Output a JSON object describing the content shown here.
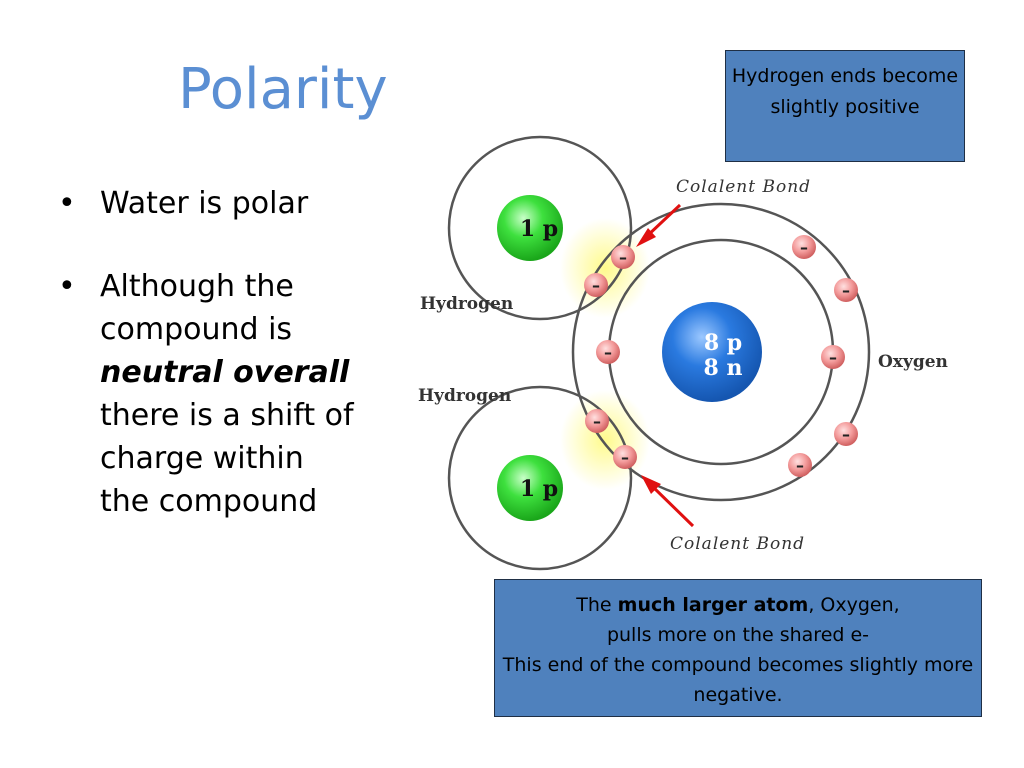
{
  "slide": {
    "title": "Polarity",
    "bullets": [
      {
        "text": "Water is polar"
      },
      {
        "pre": "Although the compound is ",
        "emph": "neutral overall",
        "post": " there is a shift of charge within the compound"
      }
    ],
    "bullet_glyph": "•"
  },
  "callouts": {
    "top": "Hydrogen ends become slightly positive",
    "bottom": {
      "line1_pre": "The ",
      "line1_bold": "much larger atom",
      "line1_post": ", Oxygen,",
      "line2": "pulls more on the shared e-",
      "line3": "This end of the compound becomes slightly more negative."
    },
    "color": "#4f81bd"
  },
  "diagram": {
    "bond_label_top": "Colalent Bond",
    "bond_label_bottom": "Colalent Bond",
    "hydrogen_label_top": "Hydrogen",
    "hydrogen_label_bottom": "Hydrogen",
    "oxygen_label": "Oxygen",
    "h_nucleus": "1 p",
    "o_nucleus_line1": "8 p",
    "o_nucleus_line2": "8 n",
    "electron_symbol": "–",
    "colors": {
      "hydrogen_nucleus": "#2ecc2e",
      "oxygen_nucleus": "#1f6fd0",
      "electron": "#f08080",
      "arrow": "#e01010"
    }
  }
}
